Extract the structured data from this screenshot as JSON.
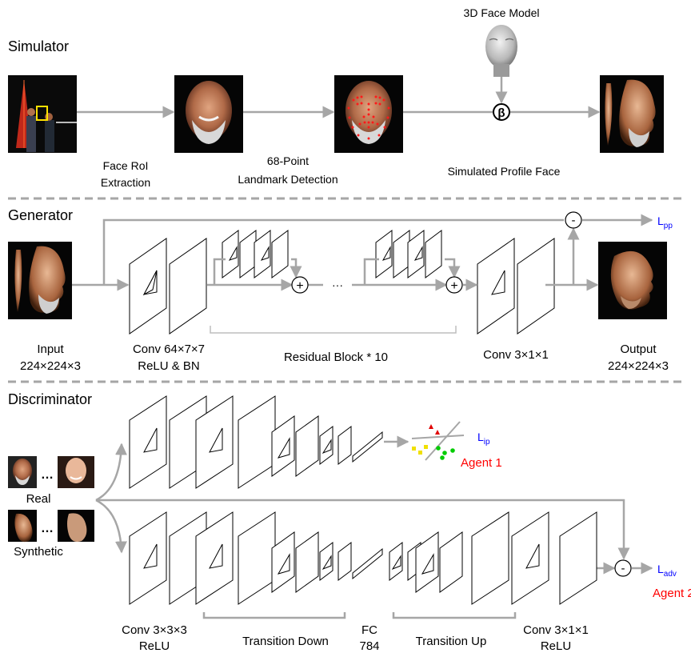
{
  "sections": {
    "simulator": "Simulator",
    "generator": "Generator",
    "discriminator": "Discriminator"
  },
  "simulator": {
    "model_label": "3D Face Model",
    "beta_symbol": "β",
    "step1": [
      "Face RoI",
      "Extraction"
    ],
    "step2": [
      "68-Point",
      "Landmark Detection"
    ],
    "step3": "Simulated Profile Face"
  },
  "generator": {
    "input_label": [
      "Input",
      "224×224×3"
    ],
    "conv1_label": [
      "Conv 64×7×7",
      "ReLU & BN"
    ],
    "residual_label": "Residual Block * 10",
    "conv2_label": "Conv 3×1×1",
    "output_label": [
      "Output",
      "224×224×3"
    ],
    "ellipsis": "···",
    "plus": "+",
    "minus": "-",
    "loss_main": "L",
    "loss_sub": "pp"
  },
  "discriminator": {
    "real_label": "Real",
    "synthetic_label": "Synthetic",
    "ellipsis": "…",
    "loss_ip_main": "L",
    "loss_ip_sub": "ip",
    "agent1": "Agent 1",
    "loss_adv_main": "L",
    "loss_adv_sub": "adv",
    "agent2": "Agent 2",
    "minus": "-",
    "conv_left": [
      "Conv 3×3×3",
      "ReLU"
    ],
    "transition_down": "Transition Down",
    "fc": [
      "FC",
      "784"
    ],
    "transition_up": "Transition Up",
    "conv_right": [
      "Conv 3×1×1",
      "ReLU"
    ]
  },
  "colors": {
    "arrow": "#a6a6a6",
    "loss": "#0000ff",
    "agent": "#ff0000"
  }
}
